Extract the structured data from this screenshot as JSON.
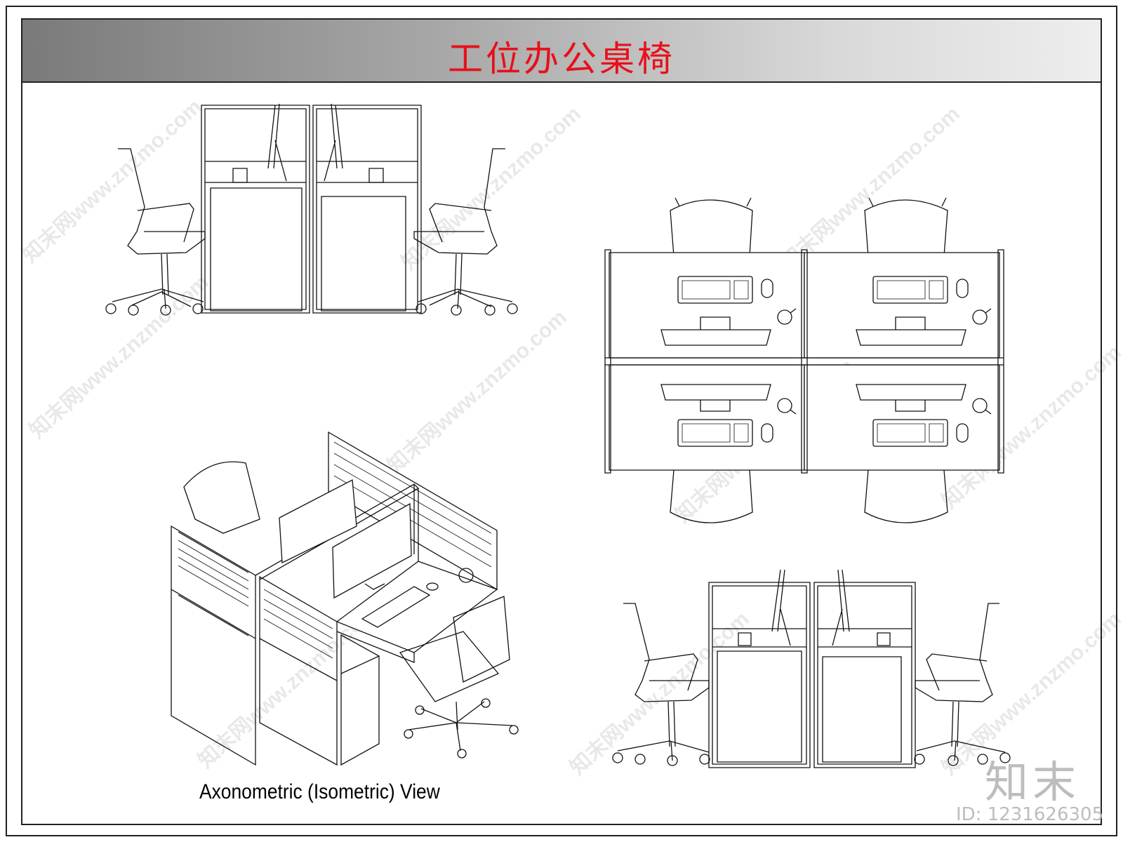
{
  "title": "工位办公桌椅",
  "caption": "Axonometric (Isometric) View",
  "watermark": "知末网www.znzmo.com",
  "logo": "知末",
  "id_label": "ID: 1231626305",
  "colors": {
    "title": "#e8101a",
    "line": "#111111",
    "watermark": "#bdbdbd"
  }
}
